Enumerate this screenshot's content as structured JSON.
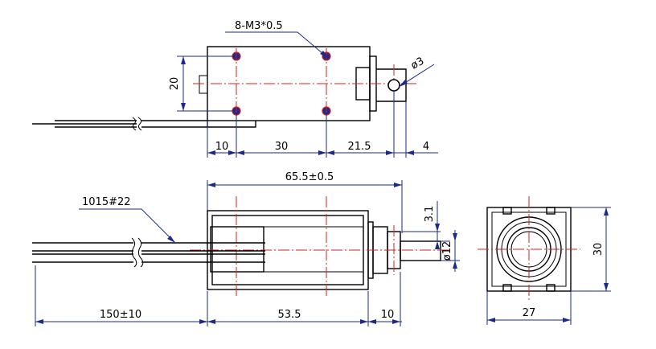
{
  "labels": {
    "thread_note": "8-M3*0.5",
    "hole_dia": "ø3",
    "height_20": "20",
    "dim_10_top": "10",
    "dim_30_top": "30",
    "dim_21_5": "21.5",
    "dim_4": "4",
    "overall_length": "65.5±0.5",
    "wire_spec": "1015#22",
    "dim_3_1": "3.1",
    "plunger_dia": "ø12",
    "dim_30_side": "30",
    "lead_length": "150±10",
    "body_length": "53.5",
    "dim_10_bottom": "10",
    "width_27": "27"
  },
  "colors": {
    "outline": "#000000",
    "centerline": "#d42020",
    "dimension": "#1a2a8a"
  }
}
